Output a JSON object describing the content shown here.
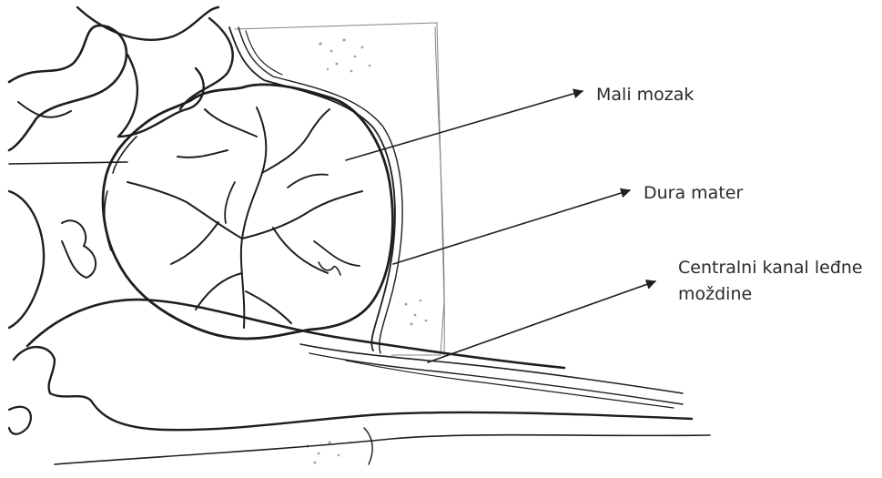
{
  "labels": {
    "cerebellum": "Mali mozak",
    "dura_mater": "Dura mater",
    "central_canal_line1": "Centralni kanal leđne",
    "central_canal_line2": "moždine"
  }
}
